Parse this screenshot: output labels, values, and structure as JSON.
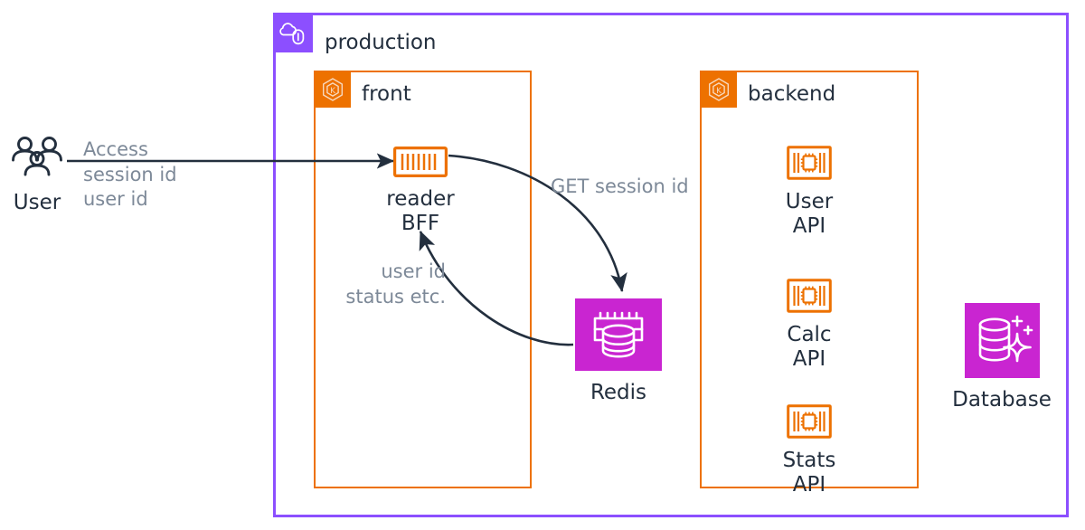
{
  "diagram": {
    "title": "production",
    "colors": {
      "vpc_purple": "#8C4FFF",
      "eks_orange": "#ED7100",
      "node_purple": "#C925D1",
      "text_dark": "#232F3E",
      "text_muted": "#7D8998",
      "edge_stroke": "#232F3E"
    }
  },
  "groups": [
    {
      "id": "vpc",
      "label": "production",
      "icon": "vpc-cloud-icon",
      "type": "vpc"
    },
    {
      "id": "front",
      "label": "front",
      "icon": "kubernetes-icon",
      "type": "eks-cluster"
    },
    {
      "id": "backend",
      "label": "backend",
      "icon": "kubernetes-icon",
      "type": "eks-cluster"
    }
  ],
  "nodes": [
    {
      "id": "user",
      "label": "User",
      "icon": "users-icon",
      "style": "outline-dark"
    },
    {
      "id": "reader-bff",
      "label": "reader\nBFF",
      "icon": "container-icon",
      "style": "outline-orange"
    },
    {
      "id": "redis",
      "label": "Redis",
      "icon": "elasticache-icon",
      "style": "filled-purple"
    },
    {
      "id": "user-api",
      "label": "User\nAPI",
      "icon": "microservice-chip-icon",
      "style": "outline-orange"
    },
    {
      "id": "calc-api",
      "label": "Calc\nAPI",
      "icon": "microservice-chip-icon",
      "style": "outline-orange"
    },
    {
      "id": "stats-api",
      "label": "Stats\nAPI",
      "icon": "microservice-chip-icon",
      "style": "outline-orange"
    },
    {
      "id": "database",
      "label": "Database",
      "icon": "database-sparkle-icon",
      "style": "filled-purple"
    }
  ],
  "edges": [
    {
      "id": "user-to-bff",
      "from": "user",
      "to": "reader-bff",
      "label": "Access\nsession id\nuser id",
      "shape": "straight"
    },
    {
      "id": "bff-to-redis",
      "from": "reader-bff",
      "to": "redis",
      "label": "GET session id",
      "shape": "curved"
    },
    {
      "id": "redis-to-bff",
      "from": "redis",
      "to": "reader-bff",
      "label": "user id\nstatus etc.",
      "shape": "curved"
    }
  ]
}
